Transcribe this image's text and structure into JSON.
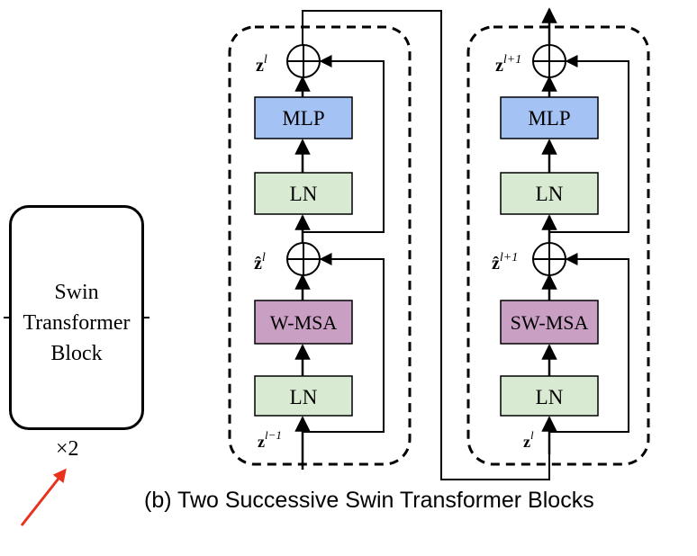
{
  "caption": "(b) Two Successive Swin Transformer Blocks",
  "swin_block": {
    "lines": [
      "Swin",
      "Transformer",
      "Block"
    ],
    "repeat": "×2"
  },
  "colors": {
    "mlp": "#a4c2f4",
    "ln": "#d9ead3",
    "msa": "#c9a0c4",
    "arrow_red": "#e8321e"
  },
  "block1": {
    "mlp": "MLP",
    "ln_top": "LN",
    "msa": "W-MSA",
    "ln_bottom": "LN",
    "z_out": {
      "base": "z",
      "sup": "l"
    },
    "z_hat": {
      "base": "ẑ",
      "sup": "l"
    },
    "z_in": {
      "base": "z",
      "sup": "l−1"
    }
  },
  "block2": {
    "mlp": "MLP",
    "ln_top": "LN",
    "msa": "SW-MSA",
    "ln_bottom": "LN",
    "z_out": {
      "base": "z",
      "sup": "l+1"
    },
    "z_hat": {
      "base": "ẑ",
      "sup": "l+1"
    },
    "z_in": {
      "base": "z",
      "sup": "l"
    }
  }
}
